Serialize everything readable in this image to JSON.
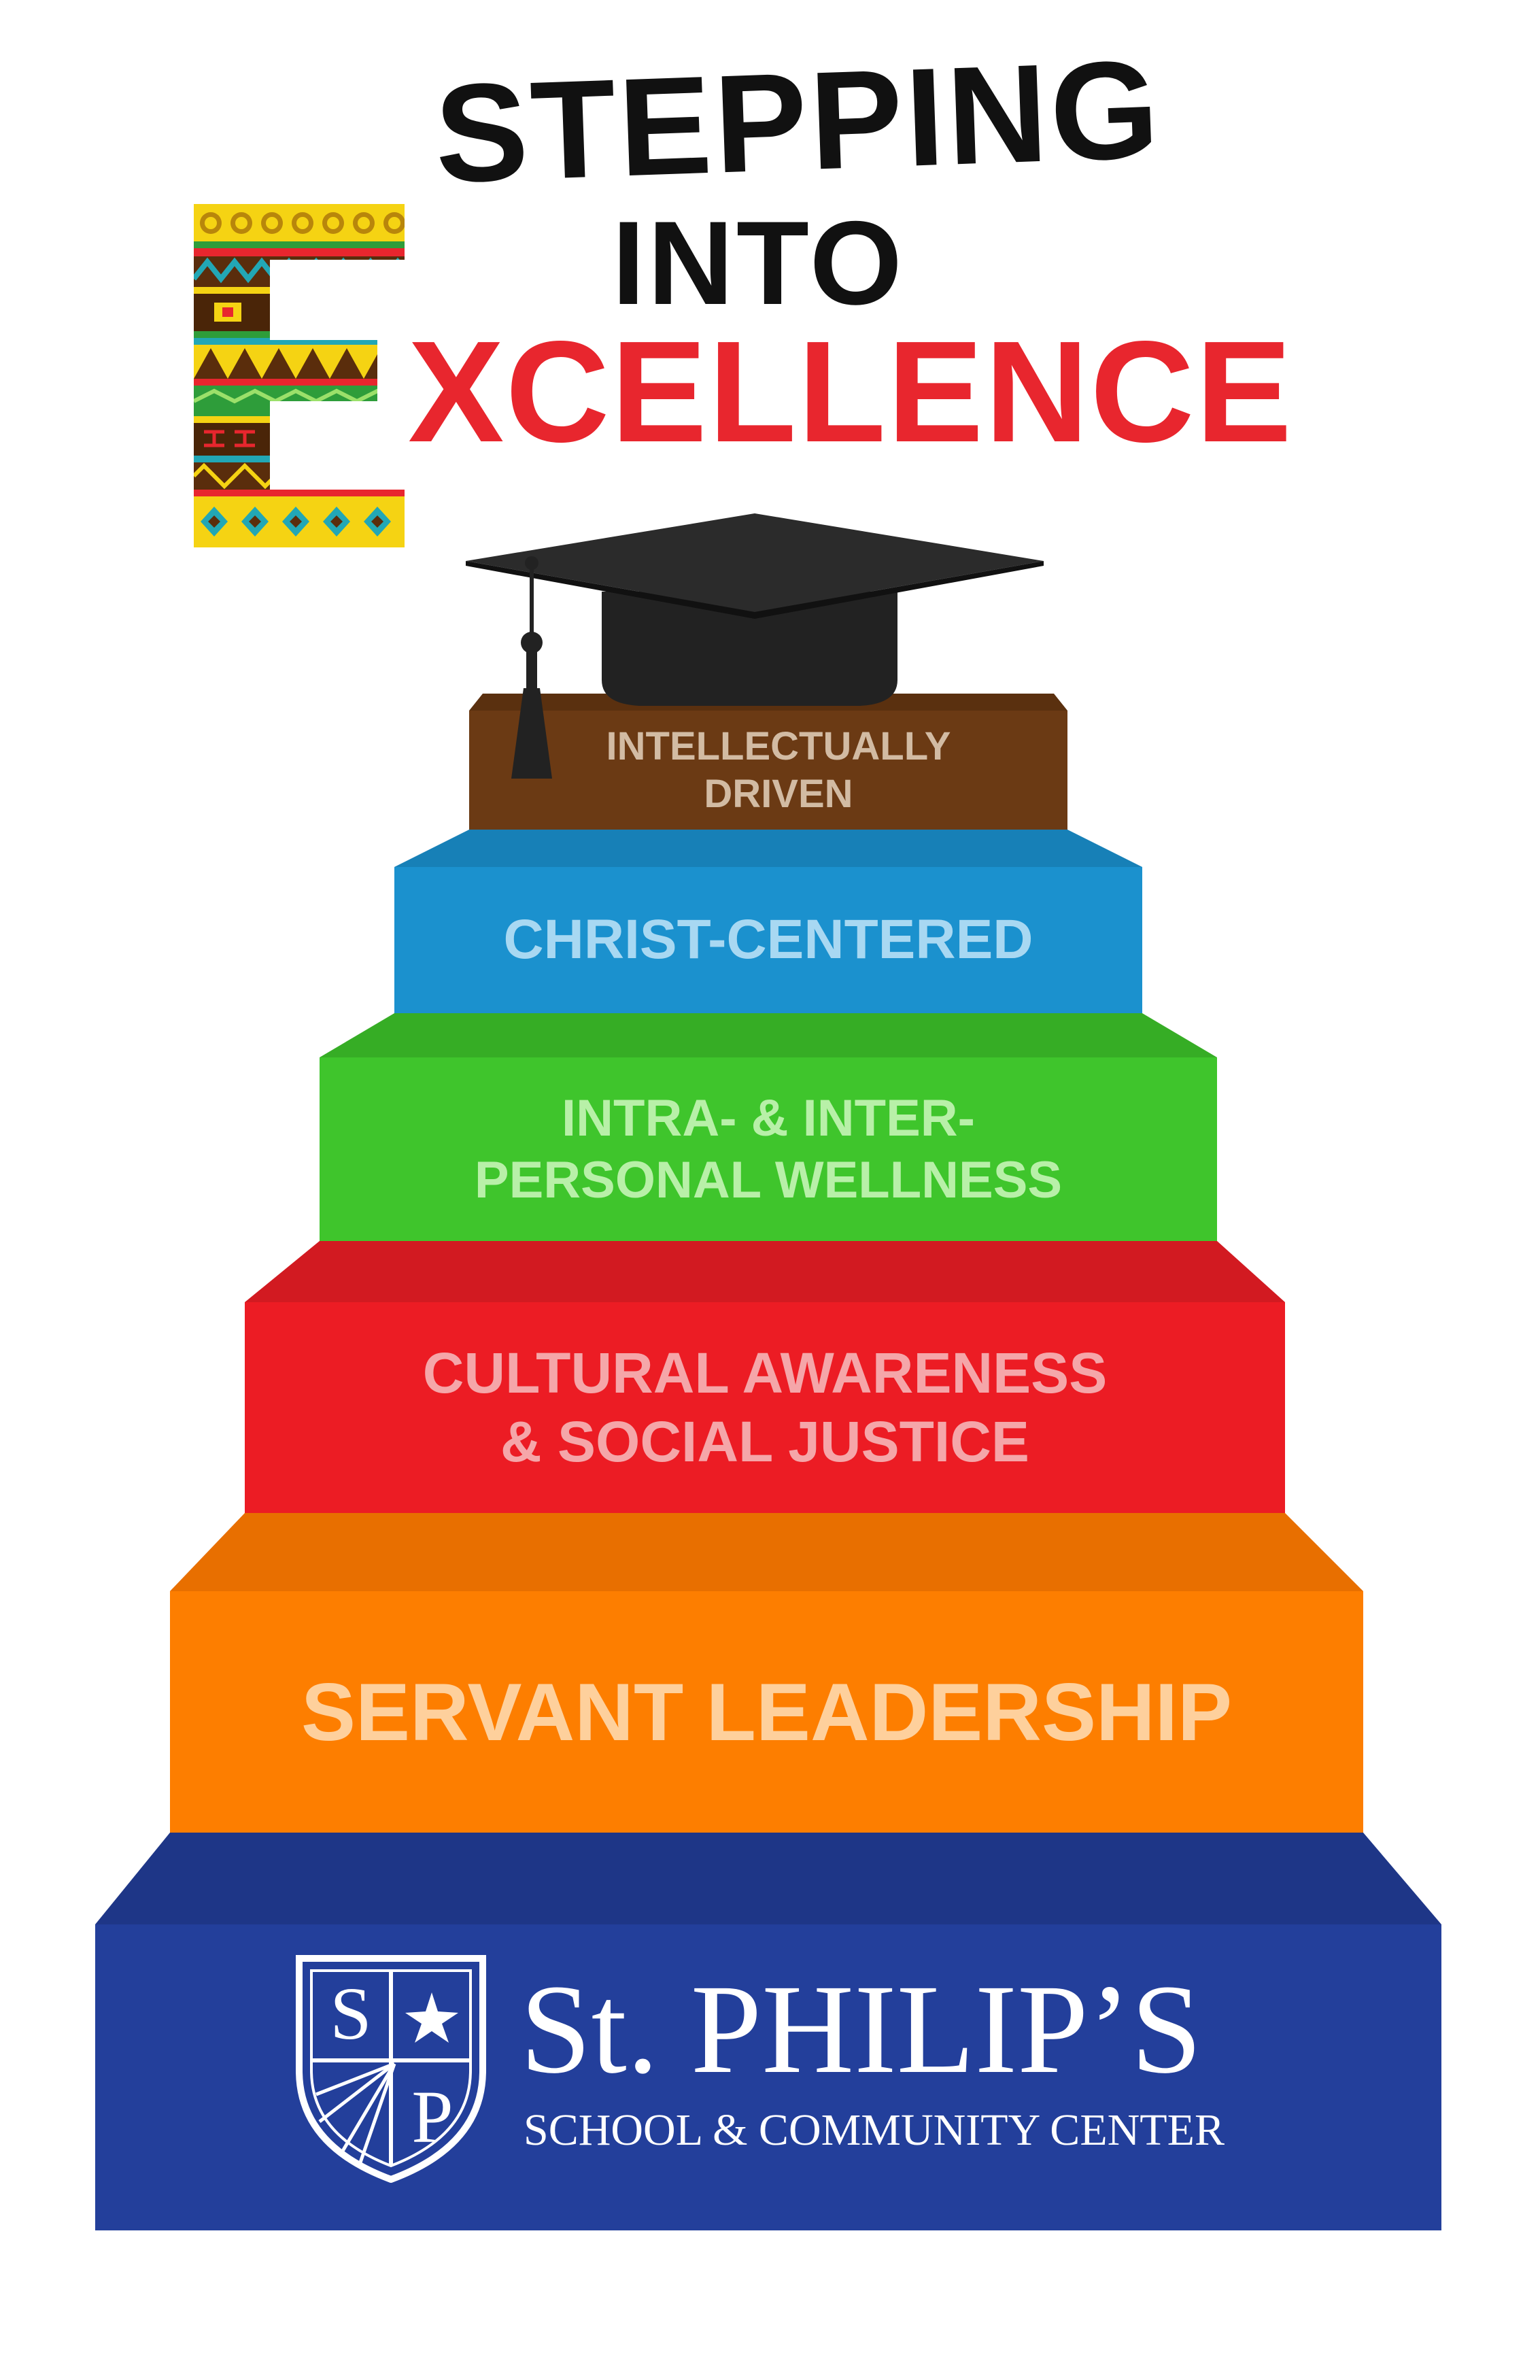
{
  "title": {
    "line1": "STEPPING",
    "line2": "INTO",
    "line3_initial": "E",
    "line3_rest": "XCELLENCE"
  },
  "steps": [
    {
      "label": "INTELLECTUALLY\nDRIVEN",
      "face_color": "#6b3a14",
      "top_color": "#5a300f",
      "text_color": "#d2bba3"
    },
    {
      "label": "CHRIST-CENTERED",
      "face_color": "#1b91ce",
      "top_color": "#1780b7",
      "text_color": "#a8d8f2"
    },
    {
      "label": "INTRA- & INTER-\nPERSONAL WELLNESS",
      "face_color": "#3fc52c",
      "top_color": "#36ad25",
      "text_color": "#b8f0a8"
    },
    {
      "label": "CULTURAL AWARENESS\n& SOCIAL JUSTICE",
      "face_color": "#ec1c24",
      "top_color": "#d21a21",
      "text_color": "#f5a6a9"
    },
    {
      "label": "SERVANT LEADERSHIP",
      "face_color": "#fd7e00",
      "top_color": "#e86f00",
      "text_color": "#fed09c"
    },
    {
      "label": "",
      "face_color": "#233f9b",
      "top_color": "#1e3687",
      "text_color": "#ffffff"
    }
  ],
  "logo": {
    "name": "St. PHILIP’S",
    "subtitle": "SCHOOL & COMMUNITY CENTER",
    "shield_letter_left": "S",
    "shield_letter_right": "P",
    "color": "#ffffff"
  },
  "icons": {
    "cap": "graduation-cap-icon",
    "shield": "shield-logo-icon"
  }
}
